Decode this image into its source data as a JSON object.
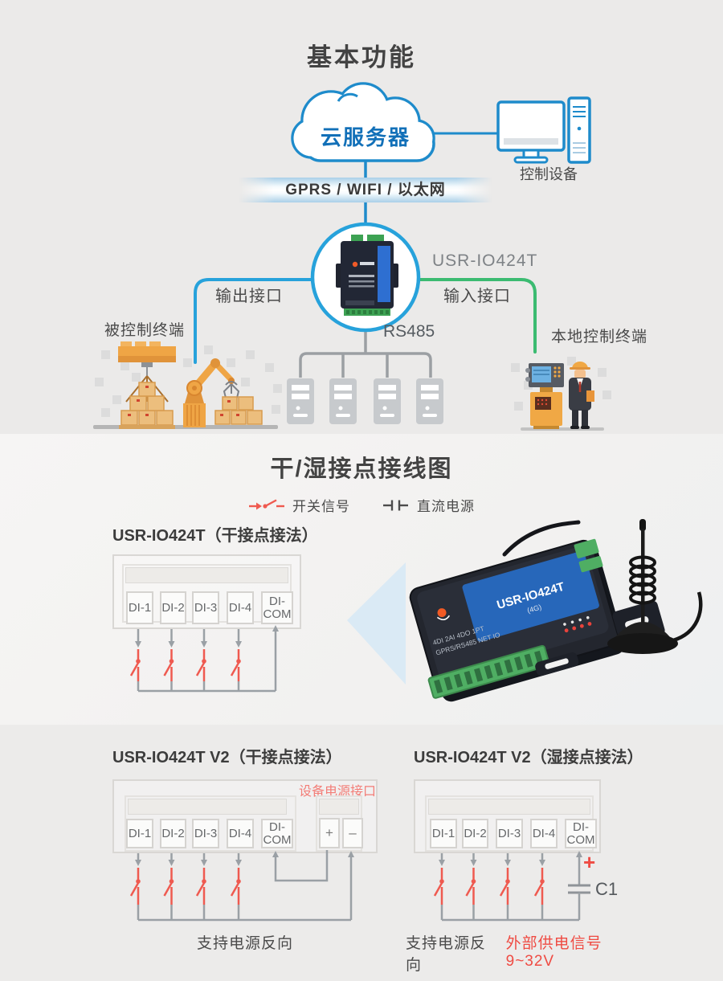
{
  "colors": {
    "accent_blue": "#27a2db",
    "outline_blue": "#1e8bcb",
    "line_green": "#3bbb71",
    "wire_gray": "#9aa0a5",
    "signal_red": "#ef5a50",
    "label_red": "#ef4b43",
    "section_bg_dark": "#ebeae9",
    "section_bg_light": "#f4f3f2"
  },
  "section1": {
    "title": "基本功能",
    "cloud_label": "云服务器",
    "control_device_label": "控制设备",
    "network_banner": "GPRS / WIFI / 以太网",
    "device_model": "USR-IO424T",
    "output_port_label": "输出接口",
    "input_port_label": "输入接口",
    "controlled_terminal_label": "被控制终端",
    "bus_label": "RS485",
    "local_terminal_label": "本地控制终端"
  },
  "section2": {
    "title": "干/湿接点接线图",
    "legend": {
      "switch_signal": "开关信号",
      "dc_power": "直流电源"
    },
    "dry": {
      "title": "USR-IO424T（干接点接法）",
      "terminals": [
        "DI-1",
        "DI-2",
        "DI-3",
        "DI-4",
        "DI-\nCOM"
      ]
    },
    "product": {
      "label": "USR-IO424T",
      "sub_label": "(4G)",
      "spec_line1": "4DI 2AI 4DO 1PT",
      "spec_line2": "GPRS/RS485 NET IO"
    }
  },
  "section3": {
    "dry": {
      "title": "USR-IO424T V2（干接点接法）",
      "power_port_label": "设备电源接口",
      "terminals": [
        "DI-1",
        "DI-2",
        "DI-3",
        "DI-4",
        "DI-\nCOM"
      ],
      "power_terminals": [
        "+",
        "–"
      ],
      "note": "支持电源反向"
    },
    "wet": {
      "title": "USR-IO424T V2（湿接点接法）",
      "terminals": [
        "DI-1",
        "DI-2",
        "DI-3",
        "DI-4",
        "DI-\nCOM"
      ],
      "plus_label": "+",
      "capacitor_label": "C1",
      "note": "支持电源反向",
      "note_red": "外部供电信号9~32V"
    }
  }
}
